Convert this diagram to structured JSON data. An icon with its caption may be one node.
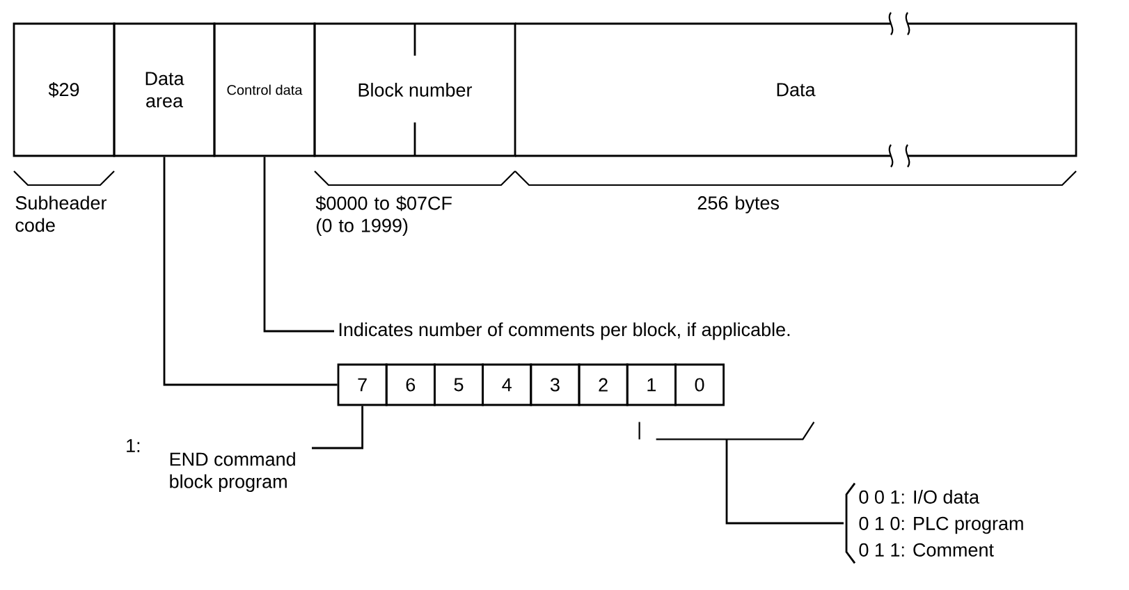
{
  "diagram": {
    "nodes": [
      {
        "text": [
          "$29"
        ]
      },
      {
        "text": [
          "Data area"
        ]
      },
      {
        "text": [
          "Control data"
        ]
      },
      {
        "text": [
          "Block number"
        ]
      },
      {
        "text": [
          "Data"
        ]
      },
      {
        "text": [
          "Indicates number of comments per block, if applicable."
        ]
      },
      {
        "text": [
          "7"
        ]
      },
      {
        "text": [
          "6"
        ]
      },
      {
        "text": [
          "5"
        ]
      },
      {
        "text": [
          "4"
        ]
      },
      {
        "text": [
          "3"
        ]
      },
      {
        "text": [
          "2"
        ]
      },
      {
        "text": [
          "1"
        ]
      },
      {
        "text": [
          "0"
        ]
      },
      {
        "text": [
          "1:",
          "END command block program"
        ]
      },
      {
        "text": [],
        "shape": "bracket"
      },
      {
        "text": [
          "0 0 1: I/O data",
          "0 1 0: PLC program",
          "0 1 1: Comment"
        ]
      }
    ],
    "edges": [
      {
        "from": 1,
        "to": 6,
        "arrow": "none"
      },
      {
        "from": 2,
        "to": 5,
        "arrow": "none"
      },
      {
        "from": 6,
        "to": 14,
        "arrow": "none"
      },
      {
        "from": 15,
        "to": 16,
        "arrow": "none"
      }
    ],
    "labels": [
      "Subheader code",
      "$0000 to $07CF (0 to 1999)",
      "256 bytes"
    ]
  }
}
